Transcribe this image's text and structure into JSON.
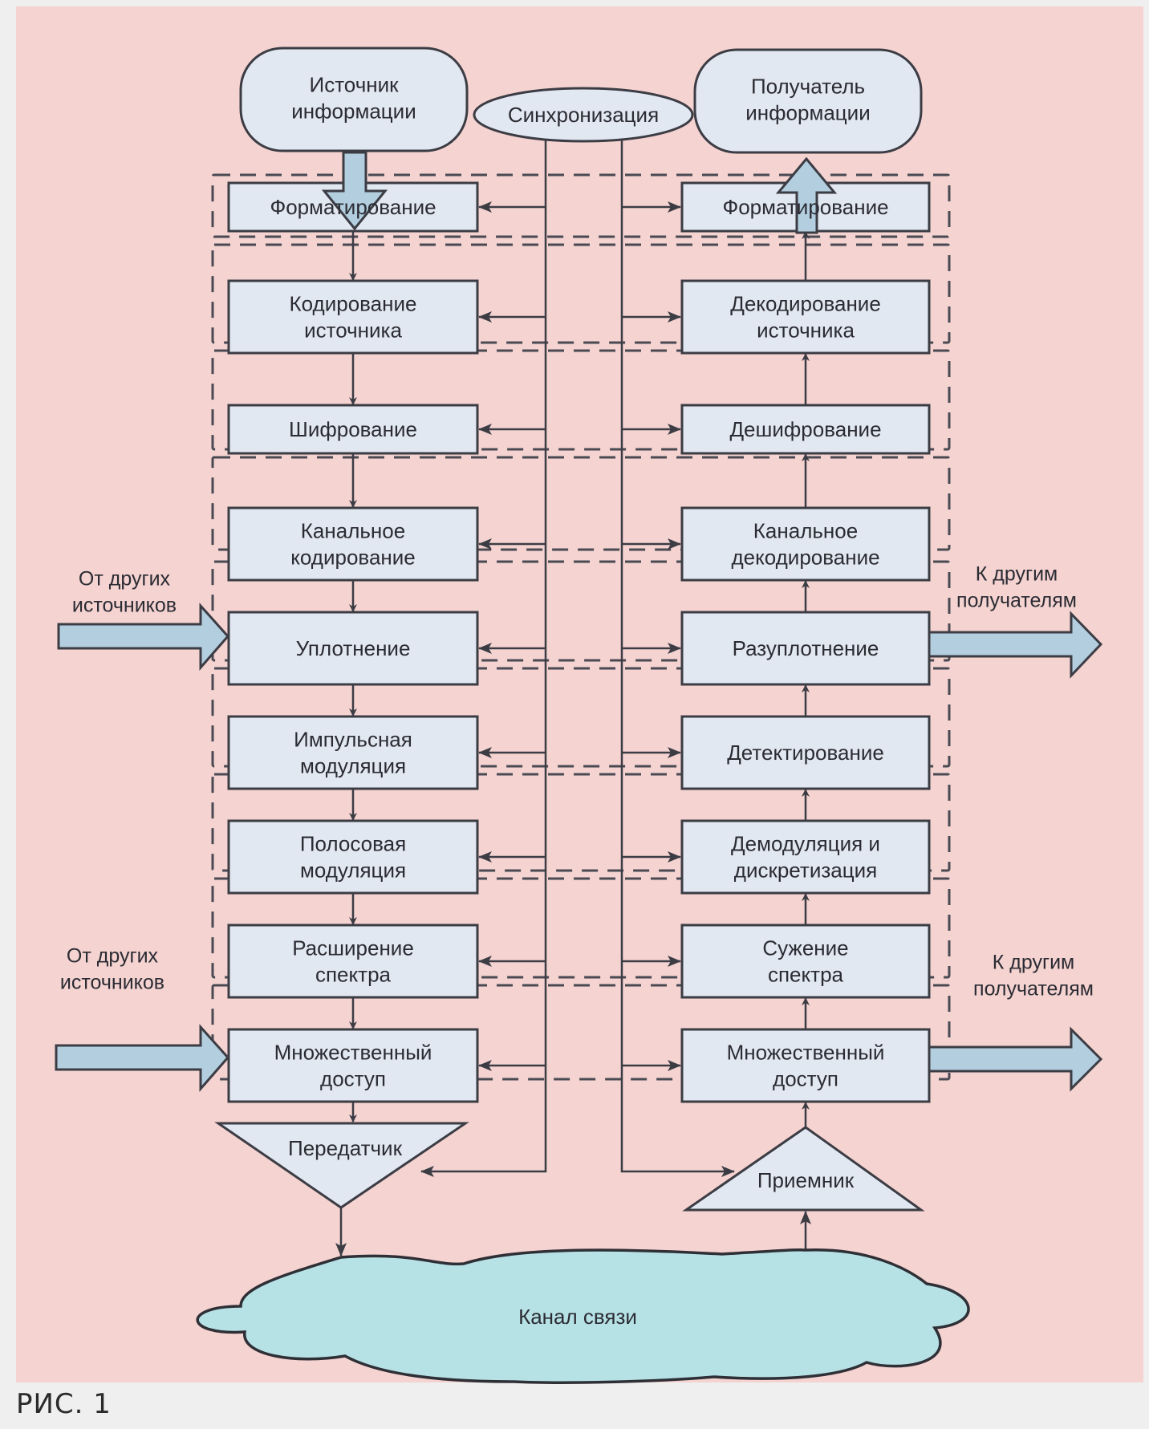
{
  "diagram": {
    "source": [
      "Источник",
      "информации"
    ],
    "receiver_terminal": [
      "Получатель",
      "информации"
    ],
    "sync": "Синхронизация",
    "tx_blocks": [
      [
        "Форматирование"
      ],
      [
        "Кодирование",
        "источника"
      ],
      [
        "Шифрование"
      ],
      [
        "Канальное",
        "кодирование"
      ],
      [
        "Уплотнение"
      ],
      [
        "Импульсная",
        "модуляция"
      ],
      [
        "Полосовая",
        "модуляция"
      ],
      [
        "Расширение",
        "спектра"
      ],
      [
        "Множественный",
        "доступ"
      ]
    ],
    "rx_blocks": [
      [
        "Форматирование"
      ],
      [
        "Декодирование",
        "источника"
      ],
      [
        "Дешифрование"
      ],
      [
        "Канальное",
        "декодирование"
      ],
      [
        "Разуплотнение"
      ],
      [
        "Детектирование"
      ],
      [
        "Демодуляция и",
        "дискретизация"
      ],
      [
        "Сужение",
        "спектра"
      ],
      [
        "Множественный",
        "доступ"
      ]
    ],
    "transmitter": "Передатчик",
    "receiver": "Приемник",
    "channel": "Канал связи",
    "from_other_sources_1": [
      "От других",
      "источников"
    ],
    "from_other_sources_2": [
      "От других",
      "источников"
    ],
    "to_other_receivers_1": [
      "К другим",
      "получателям"
    ],
    "to_other_receivers_2": [
      "К другим",
      "получателям"
    ]
  },
  "caption": "РИС. 1",
  "colors": {
    "background": "#f4d3d1",
    "block_fill": "#e2e8f1",
    "arrow_fill": "#b3cfdf",
    "cloud_fill": "#b6e2e6",
    "stroke": "#3c3c44"
  }
}
